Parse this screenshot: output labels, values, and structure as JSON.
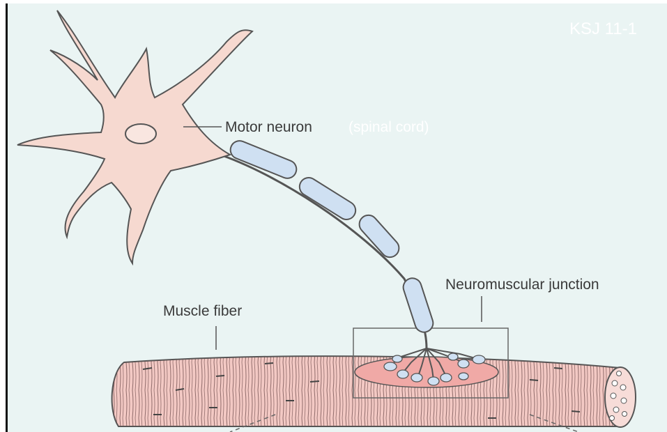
{
  "figure_ref": "KSJ 11-1",
  "labels": {
    "motor_neuron": "Motor neuron",
    "motor_neuron_note": "(spinal cord)",
    "neuromuscular_junction": "Neuromuscular junction",
    "muscle_fiber": "Muscle fiber"
  },
  "colors": {
    "background": "#eaf4f3",
    "neuron_fill": "#f6d9d0",
    "myelin_fill": "#cfe0f2",
    "muscle_fill": "#f3c9c4",
    "endplate_fill": "#f0a9a6",
    "outline": "#555555"
  }
}
